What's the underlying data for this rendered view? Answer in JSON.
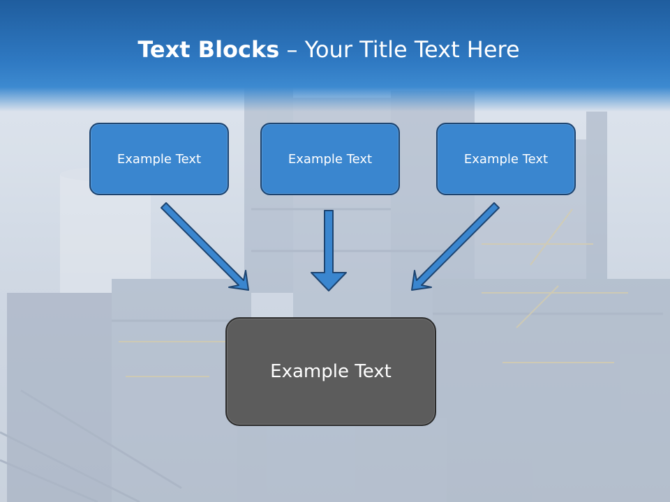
{
  "title": {
    "bold": "Text Blocks",
    "separator": " – ",
    "rest": "Your Title Text Here"
  },
  "blocks": [
    {
      "label": "Example Text"
    },
    {
      "label": "Example Text"
    },
    {
      "label": "Example Text"
    }
  ],
  "center_block": {
    "label": "Example Text"
  },
  "colors": {
    "title_band": "#2f79c2",
    "block_fill": "#3a86cf",
    "block_border": "#1d4470",
    "center_fill": "#5c5c5c",
    "arrow": "#3a86cf"
  }
}
